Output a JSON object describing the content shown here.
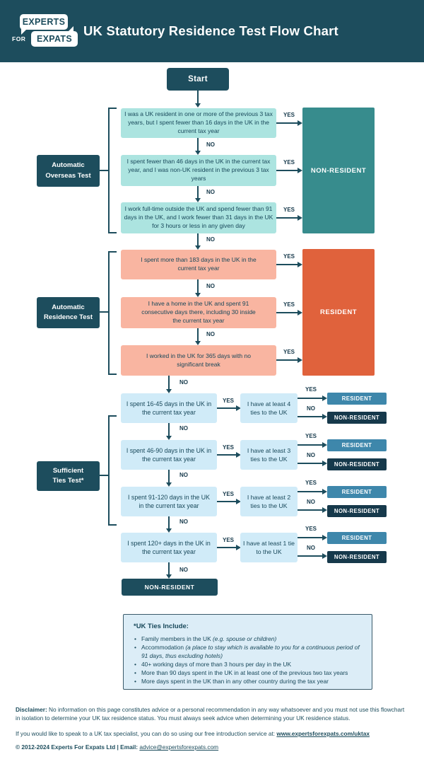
{
  "header": {
    "title": "UK Statutory Residence Test Flow Chart",
    "logo": {
      "experts": "EXPERTS",
      "for": "FOR",
      "expats": "EXPATS"
    }
  },
  "flow": {
    "start": "Start",
    "yes": "YES",
    "no": "NO",
    "overseas": {
      "label_line1": "Automatic",
      "label_line2": "Overseas Test",
      "result": "NON-RESIDENT",
      "q1": "I was a UK resident in one or more of the previous 3 tax years, but I spent fewer than 16 days in the UK in the current tax year",
      "q2": "I spent fewer than 46 days in the UK in the current tax year, and I was non-UK resident in the previous 3 tax years",
      "q3": "I work full-time outside the UK and spend fewer than 91 days in the UK, and I work fewer than 31 days in the UK for 3 hours or less in any given day"
    },
    "residence": {
      "label_line1": "Automatic",
      "label_line2": "Residence Test",
      "result": "RESIDENT",
      "q1": "I spent more than 183 days in the UK in the current tax year",
      "q2": "I have a home in the UK and spent 91 consecutive days there, including 30 inside the current tax year",
      "q3": "I worked in the UK for 365 days with no significant break"
    },
    "ties": {
      "label_line1": "Sufficient",
      "label_line2": "Ties Test*",
      "final": "NON-RESIDENT",
      "rows": [
        {
          "question": "I spent 16-45 days in the UK in the current tax year",
          "tie": "I have at least 4 ties to the UK",
          "yes": "RESIDENT",
          "no": "NON-RESIDENT"
        },
        {
          "question": "I spent 46-90 days in the UK in the current tax year",
          "tie": "I have at least 3 ties to the UK",
          "yes": "RESIDENT",
          "no": "NON-RESIDENT"
        },
        {
          "question": "I spent 91-120 days in the UK in the current tax year",
          "tie": "I have at least 2 ties to the UK",
          "yes": "RESIDENT",
          "no": "NON-RESIDENT"
        },
        {
          "question": "I spent 120+ days in the UK in the current tax year",
          "tie": "I have at least 1 tie to the UK",
          "yes": "RESIDENT",
          "no": "NON-RESIDENT"
        }
      ]
    }
  },
  "ties_info": {
    "title": "*UK Ties Include:",
    "bullets": [
      {
        "pre": "Family members in the UK ",
        "it": "(e.g. spouse or children)"
      },
      {
        "pre": "Accommodation ",
        "it": "(a place to stay which is available to you for a continuous period of 91 days, thus excluding hotels)"
      },
      {
        "pre": "40+ working days of more than 3 hours per day in the UK",
        "it": ""
      },
      {
        "pre": "More than 90 days spent in the UK in at least one of the previous two tax years",
        "it": ""
      },
      {
        "pre": "More days spent in the UK than in any other country during the tax year",
        "it": ""
      }
    ]
  },
  "footer": {
    "disclaimer_label": "Disclaimer:",
    "disclaimer_text": " No information on this page constitutes advice or a personal recommendation in any way whatsoever and you must not use this flowchart in isolation to determine your UK tax residence status. You must always seek advice when determining your UK residence status.",
    "cta_text": "If you would like to speak to a UK tax specialist, you can do so using our free introduction service at: ",
    "cta_link": "www.expertsforexpats.com/uktax",
    "copyright": "© 2012-2024 Experts For Expats Ltd | Email: ",
    "email_link": "advice@expertsforexpats.com"
  },
  "colors": {
    "header_bg": "#1D4D5D",
    "teal_box": "#ACE4E0",
    "salmon_box": "#F9B5A1",
    "blue_box": "#D0EBF8",
    "nonresident_teal": "#378C8D",
    "resident_orange": "#E0623C",
    "resident_blue": "#3E87AB",
    "nonresident_navy": "#16394B",
    "line": "#1D4D5D"
  }
}
